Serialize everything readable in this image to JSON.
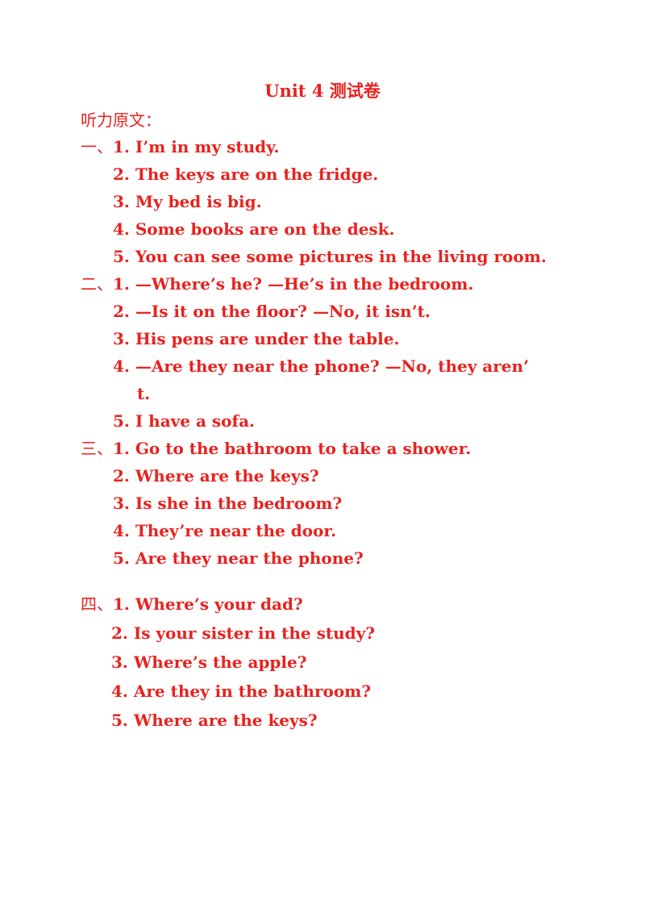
{
  "title": "Unit 4 测试卷",
  "subtitle": "听力原文：",
  "sections": [
    {
      "prefix": "一、",
      "items": [
        "1. I’m in my study.",
        "2. The keys are on the fridge.",
        "3. My bed is big.",
        "4. Some books are on the desk.",
        "5. You can see some pictures in the living room."
      ]
    },
    {
      "prefix": "二、",
      "items": [
        "1. —Where’s he?   —He’s in the bedroom.",
        "2. —Is it on the floor?   —No, it isn’t.",
        "3. His pens are under the table.",
        "4. —Are they near the phone?   —No, they aren’",
        "t.",
        "5. I have a sofa."
      ]
    },
    {
      "prefix": "三、",
      "items": [
        "1. Go to the bathroom to take a shower.",
        "2. Where are the keys?",
        "3. Is she in the bedroom?",
        "4. They’re near the door.",
        "5. Are they near the phone?"
      ]
    },
    {
      "prefix": "四、",
      "items": [
        "1. Where’s your dad?",
        "2. Is your sister in the study?",
        "3. Where’s the apple?",
        "4. Are they in the bathroom?",
        "5. Where are the keys?"
      ]
    }
  ]
}
